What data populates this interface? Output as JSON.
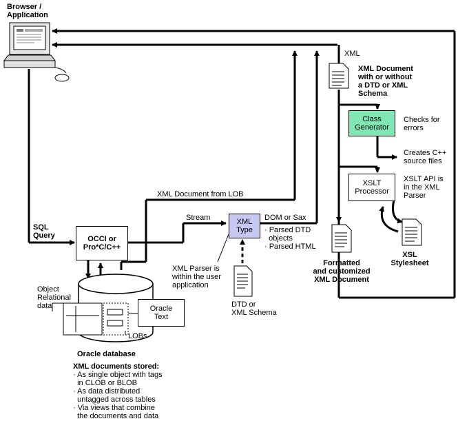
{
  "labels": {
    "browser": "Browser /\nApplication",
    "xml_top": "XML",
    "xml_document": "XML Document\nwith or without\na DTD or XML\nSchema",
    "class_generator": "Class\nGenerator",
    "checks_errors": "Checks for\nerrors",
    "creates_cpp": "Creates C++\nsource files",
    "xslt_processor": "XSLT\nProcessor",
    "xslt_api": "XSLT API is\nin the XML\nParser",
    "xsl_stylesheet": "XSL\nStylesheet",
    "formatted": "Formatted\nand customized\nXML Document",
    "xml_doc_from_lob": "XML Document from LOB",
    "sql_query": "SQL\nQuery",
    "occi": "OCCI or\nPro*C/C++",
    "stream": "Stream",
    "xml_type": "XML\nType",
    "dom_sax": "DOM or Sax",
    "parsed": "· Parsed DTD\n  objects\n· Parsed HTML",
    "xml_parser_within": "XML Parser is\nwithin the user\napplication",
    "dtd_schema": "DTD or\nXML Schema",
    "object_relational": "Object\nRelational\ndata",
    "oracle_text": "Oracle\nText",
    "lobs": "LOBs",
    "oracle_database": "Oracle database",
    "xml_docs_stored": "XML documents stored:",
    "stored_list": "· As single object with tags\n  in CLOB or BLOB\n· As data distributed\n  untagged across tables\n· Via views that combine\n  the documents and data"
  },
  "colors": {
    "class_generator_fill": "#7fe6b4",
    "xml_type_fill": "#c8c8f5",
    "line": "#000000"
  }
}
